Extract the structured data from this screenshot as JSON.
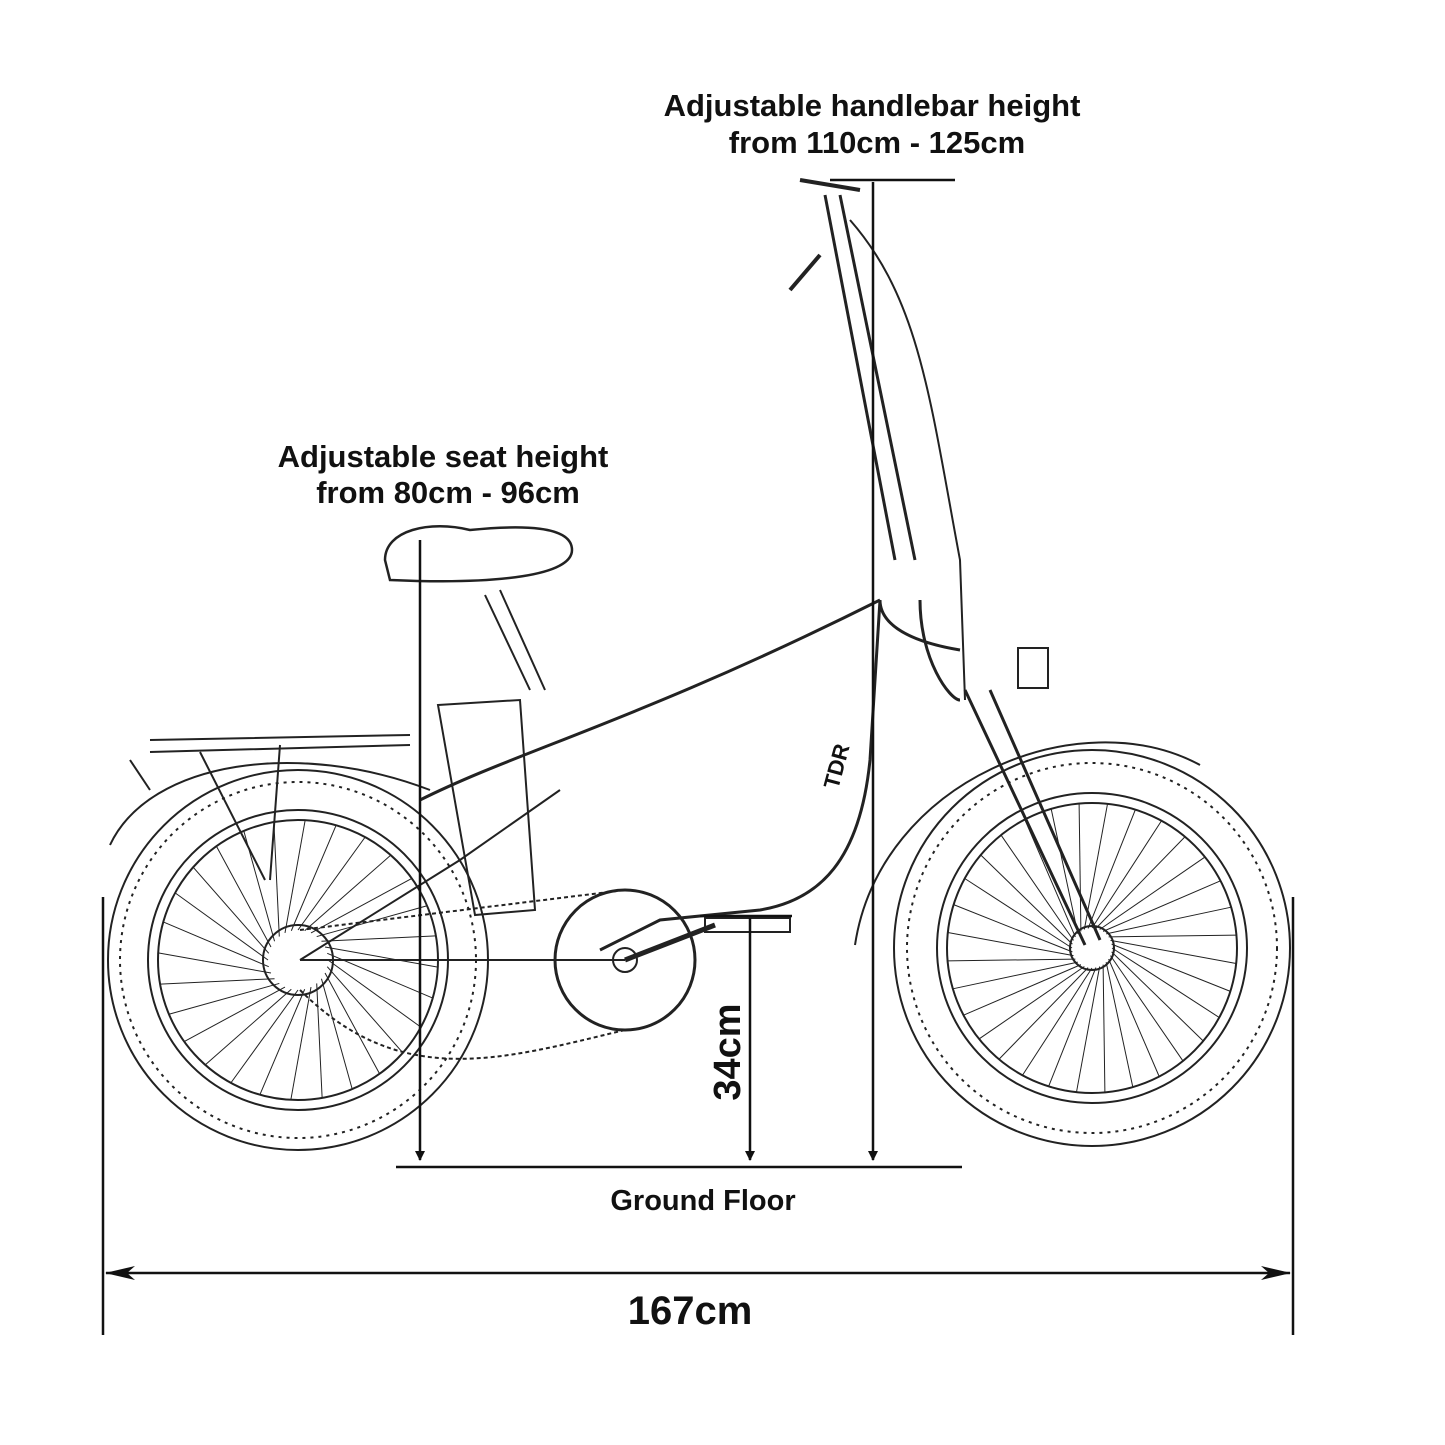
{
  "handlebar_label": {
    "line1": "Adjustable handlebar height",
    "line2": "from 110cm - 125cm"
  },
  "seat_label": {
    "line1": "Adjustable seat height",
    "line2": "from 80cm - 96cm"
  },
  "pedal_height_label": "34cm",
  "ground_label": "Ground Floor",
  "length_label": "167cm",
  "frame_brand": "TDR",
  "colors": {
    "ink": "#111111",
    "background": "#ffffff"
  }
}
